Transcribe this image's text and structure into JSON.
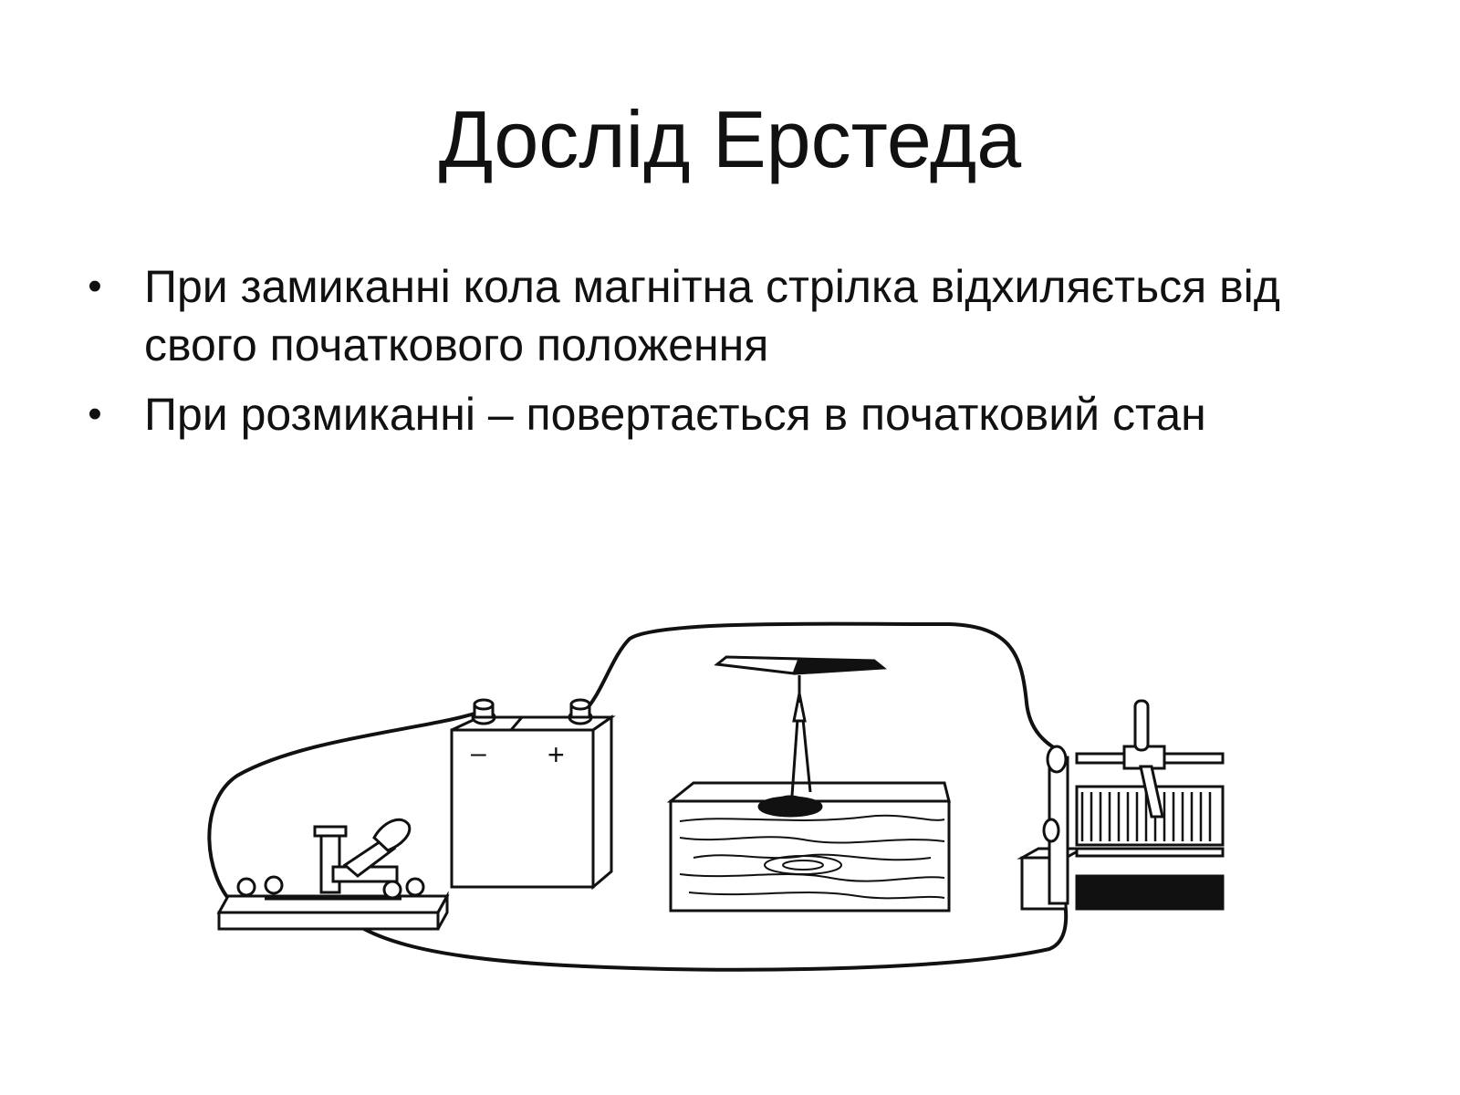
{
  "slide": {
    "title": "Дослід Ерстеда",
    "bullets": [
      "При замиканні кола магнітна стрілка відхиляється від свого початкового положення",
      "При розмиканні – повертається в початковий стан"
    ],
    "bullet_symbol": "•"
  },
  "figure": {
    "battery": {
      "minus_label": "–",
      "plus_label": "+"
    },
    "components": [
      "switch-icon",
      "battery-icon",
      "wire-icon",
      "compass-needle-icon",
      "wooden-block-icon",
      "rheostat-icon"
    ]
  },
  "colors": {
    "text": "#111111",
    "line": "#111111",
    "background": "#ffffff"
  }
}
